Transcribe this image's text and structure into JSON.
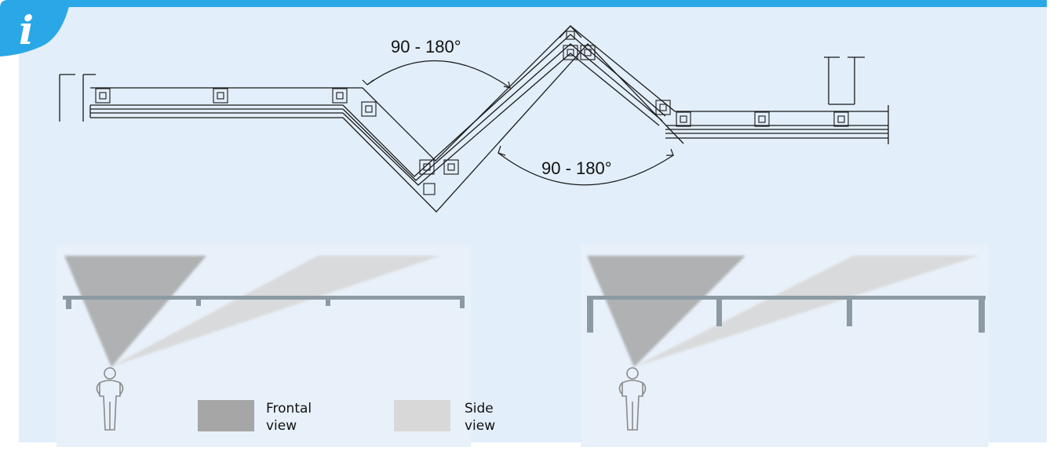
{
  "info_badge": {
    "glyph": "i",
    "icon": "info-icon"
  },
  "colors": {
    "panel_bg": "#e2eef9",
    "accent": "#2aa7e6",
    "frontal": "#a6a6a6",
    "side": "#d8d8d8",
    "structure": "#8c9aa3"
  },
  "plan_view": {
    "angle_label_top": "90 - 180°",
    "angle_label_bottom": "90 - 180°"
  },
  "legend": {
    "frontal_line1": "Frontal",
    "frontal_line2": "view",
    "side_line1": "Side",
    "side_line2": "view"
  }
}
